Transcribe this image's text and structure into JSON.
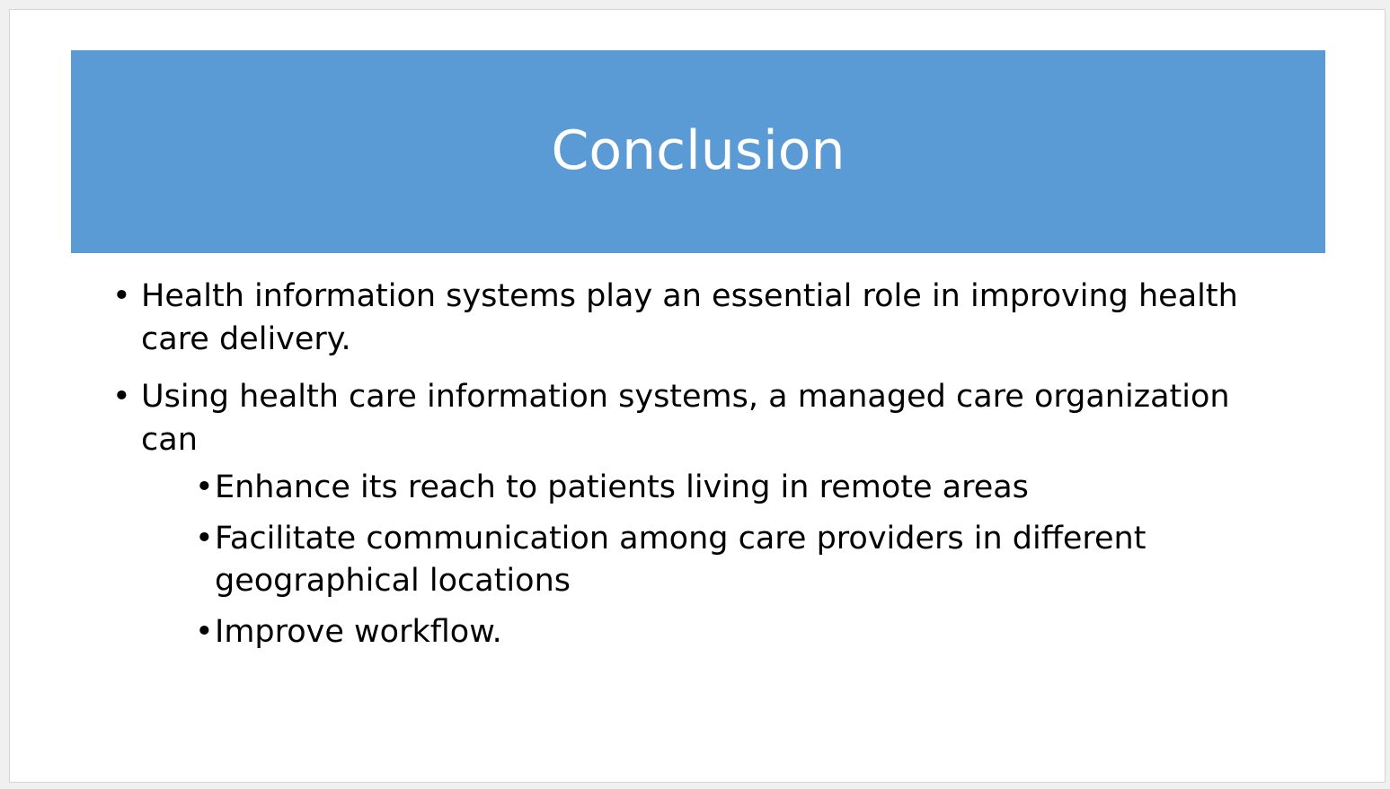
{
  "slide": {
    "title": "Conclusion",
    "bullets": [
      {
        "text": "Health information systems play an essential role in improving health care delivery."
      },
      {
        "text": "Using health care information systems, a managed care organization can",
        "sub_bullets": [
          "Enhance its reach to patients living in remote areas",
          "Facilitate communication among care providers in different geographical locations",
          "Improve workflow."
        ]
      }
    ]
  },
  "colors": {
    "title_band": "#5b9bd5",
    "title_text": "#ffffff",
    "body_text": "#000000"
  }
}
